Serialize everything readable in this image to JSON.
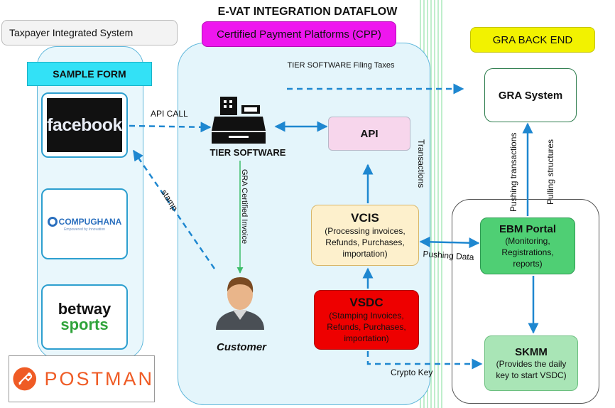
{
  "title": "E-VAT INTEGRATION DATAFLOW",
  "taxpayer": {
    "label": "Taxpayer Integrated  System"
  },
  "cpp": {
    "label": "Certified Payment Platforms (CPP)"
  },
  "gra_backend": {
    "label": "GRA BACK END"
  },
  "sample_form": {
    "label": "SAMPLE FORM"
  },
  "logos": {
    "facebook": "facebook",
    "compughana": "COMPUGHANA",
    "compughana_tag": "Empowered by Innovation",
    "betway_1": "betway",
    "betway_2": "sports",
    "postman": "POSTMAN"
  },
  "tier_software": {
    "label": "TIER SOFTWARE"
  },
  "api": {
    "label": "API"
  },
  "gra_system": {
    "label": "GRA System"
  },
  "vcis": {
    "title": "VCIS",
    "desc": "(Processing invoices, Refunds, Purchases, importation)"
  },
  "vsdc": {
    "title": "VSDC",
    "desc": "(Stamping Invoices, Refunds, Purchases, importation)"
  },
  "ebm": {
    "title": "EBM Portal",
    "desc": "(Monitoring, Registrations, reports)"
  },
  "skmm": {
    "title": "SKMM",
    "desc": "(Provides the daily key to start VSDC)"
  },
  "customer": {
    "label": "Customer"
  },
  "edges": {
    "filing": "TIER SOFTWARE Filing Taxes",
    "api_call": "API CALL",
    "stamp": "stamp",
    "gra_certified": "GRA Certified Invoice",
    "transactions": "Transactions",
    "pushing_data": "Pushing Data",
    "pushing_transactions": "Pushing transactions",
    "pulling_structures": "Pulling structures",
    "crypto_key": "Crypto Key"
  },
  "colors": {
    "cyan_header": "#33e1f6",
    "magenta_header": "#ee17ee",
    "yellow_header": "#f2f200",
    "arrow_blue": "#1e87d0",
    "vcis_fill": "#fdf0cc",
    "vsdc_fill": "#ee0000",
    "ebm_fill": "#4fcf74",
    "skmm_fill": "#a9e5b6",
    "api_fill": "#f7d6ec",
    "cpp_fill": "#e4f5fb",
    "green_arrow": "#3dbd6a"
  }
}
